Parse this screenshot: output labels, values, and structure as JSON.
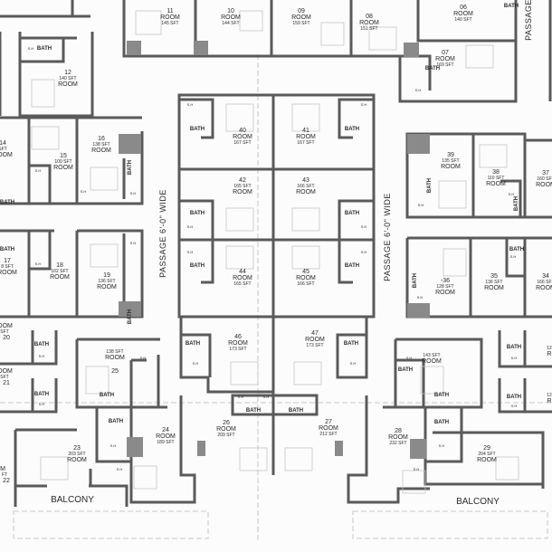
{
  "title": "Hotel floor plan",
  "rooms": [
    {
      "id": "11",
      "label": "ROOM",
      "area": "145 SFT"
    },
    {
      "id": "10",
      "label": "ROOM",
      "area": "144 SFT"
    },
    {
      "id": "09",
      "label": "ROOM",
      "area": "159 SFT"
    },
    {
      "id": "08",
      "label": "ROOM",
      "area": "151 SFT"
    },
    {
      "id": "06",
      "label": "ROOM",
      "area": "140 SFT"
    },
    {
      "id": "07",
      "label": "ROOM",
      "area": "169 SFT"
    },
    {
      "id": "12",
      "label": "ROOM",
      "area": "140 SFT"
    },
    {
      "id": "14",
      "label": "ROOM",
      "area": "SFT"
    },
    {
      "id": "15",
      "label": "ROOM",
      "area": "100 SFT"
    },
    {
      "id": "16",
      "label": "ROOM",
      "area": "138 SFT"
    },
    {
      "id": "17",
      "label": "ROOM",
      "area": "8 SFT"
    },
    {
      "id": "18",
      "label": "ROOM",
      "area": "102 SFT"
    },
    {
      "id": "19",
      "label": "ROOM",
      "area": "136 SFT"
    },
    {
      "id": "20",
      "label": "ROOM",
      "area": "SFT"
    },
    {
      "id": "21",
      "label": "ROOM",
      "area": "SFT"
    },
    {
      "id": "25",
      "label": "ROOM",
      "area": "138 SFT"
    },
    {
      "id": "24",
      "label": "ROOM",
      "area": "189 SFT"
    },
    {
      "id": "23",
      "label": "ROOM",
      "area": "203 SFT"
    },
    {
      "id": "22",
      "label": "M",
      "area": "FT"
    },
    {
      "id": "40",
      "label": "ROOM",
      "area": "167 SFT"
    },
    {
      "id": "41",
      "label": "ROOM",
      "area": "167 SFT"
    },
    {
      "id": "42",
      "label": "ROOM",
      "area": "165 SFT"
    },
    {
      "id": "43",
      "label": "ROOM",
      "area": "166 SFT"
    },
    {
      "id": "44",
      "label": "ROOM",
      "area": "165 SFT"
    },
    {
      "id": "45",
      "label": "ROOM",
      "area": "166 SFT"
    },
    {
      "id": "46",
      "label": "ROOM",
      "area": "173 SFT"
    },
    {
      "id": "47",
      "label": "ROOM",
      "area": "173 SFT"
    },
    {
      "id": "26",
      "label": "ROOM",
      "area": "209 SFT"
    },
    {
      "id": "27",
      "label": "ROOM",
      "area": "212 SFT"
    },
    {
      "id": "28",
      "label": "ROOM",
      "area": "232 SFT"
    },
    {
      "id": "29",
      "label": "ROOM",
      "area": "204 SFT"
    },
    {
      "id": "39",
      "label": "ROOM",
      "area": "135 SFT"
    },
    {
      "id": "38",
      "label": "ROOM",
      "area": "110 SFT"
    },
    {
      "id": "37",
      "label": "ROOM",
      "area": "160 SFT"
    },
    {
      "id": "-36",
      "label": "ROOM",
      "area": "128 SFT"
    },
    {
      "id": "35",
      "label": "ROOM",
      "area": "136 SFT"
    },
    {
      "id": "34",
      "label": "ROOM",
      "area": "166 SFT"
    },
    {
      "id": "",
      "label": "ROOM",
      "area": "143 SFT"
    },
    {
      "id": "",
      "label": "R",
      "area": "12"
    },
    {
      "id": "",
      "label": "R",
      "area": "12"
    }
  ],
  "fixtures": {
    "bath": "BATH",
    "shower": "S.H"
  },
  "passages": [
    {
      "text": "PASSAGE 6'-0\" WIDE"
    },
    {
      "text": "PASSAGE 6'-0\" WIDE"
    },
    {
      "text": "PASSAGE"
    }
  ],
  "balconies": [
    {
      "text": "BALCONY"
    },
    {
      "text": "BALCONY"
    }
  ],
  "colors": {
    "wall": "#5a5a5a",
    "shaft": "#8a8a8a",
    "background": "#fcfcfc"
  }
}
